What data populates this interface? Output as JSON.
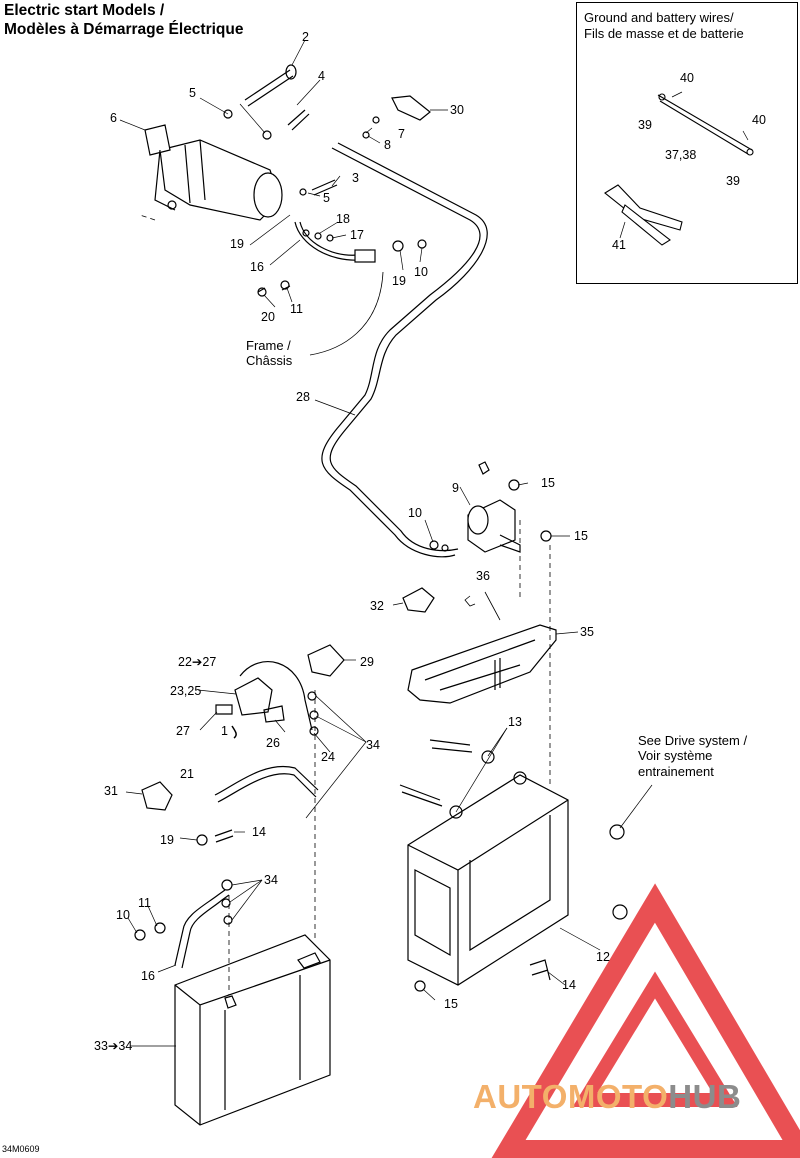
{
  "header": {
    "title_line1": "Electric start Models /",
    "title_line2": "Modèles à Démarrage Électrique"
  },
  "inset": {
    "title_line1": "Ground and battery wires/",
    "title_line2": "Fils de masse et de batterie",
    "labels": [
      "40",
      "39",
      "40",
      "37,38",
      "39",
      "41"
    ]
  },
  "annotations": {
    "frame_line1": "Frame /",
    "frame_line2": "Châssis",
    "drive_line1": "See Drive system /",
    "drive_line2": "Voir système",
    "drive_line3": "entrainement"
  },
  "part_labels": [
    "2",
    "4",
    "5",
    "6",
    "30",
    "7",
    "8",
    "3",
    "5",
    "18",
    "19",
    "17",
    "16",
    "19",
    "10",
    "11",
    "20",
    "28",
    "9",
    "15",
    "10",
    "15",
    "36",
    "32",
    "35",
    "22➔27",
    "29",
    "23,25",
    "27",
    "1",
    "26",
    "24",
    "34",
    "13",
    "31",
    "21",
    "19",
    "14",
    "34",
    "10",
    "11",
    "16",
    "12",
    "14",
    "15",
    "33➔34"
  ],
  "drawing_code": "34M0609",
  "watermark": {
    "part1": "AUTOMOTO",
    "part2": "HUB",
    "color_red": "#e8474a",
    "color_orange": "#f3b06a",
    "color_gray": "#8c8c8c"
  }
}
